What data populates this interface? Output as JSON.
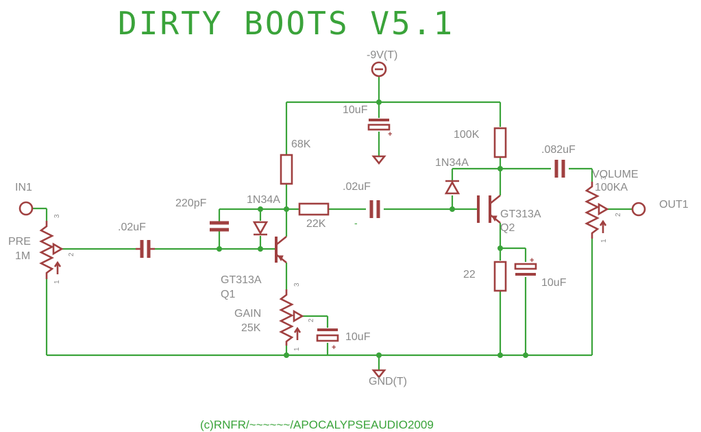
{
  "title": "DIRTY BOOTS V5.1",
  "credit": "(c)RNFR/~~~~~~/APOCALYPSEAUDIO2009",
  "supply": {
    "label": "-9V(T)",
    "ground": "GND(T)"
  },
  "ports": {
    "input": "IN1",
    "output": "OUT1"
  },
  "components": {
    "pre_name": "PRE",
    "pre_value": "1M",
    "c_in": ".02uF",
    "c_220": "220pF",
    "d1": "1N34A",
    "r68k": "68K",
    "c_supply": "10uF",
    "r22k": "22K",
    "c_mid": ".02uF",
    "q1_type": "GT313A",
    "q1_name": "Q1",
    "gain_name": "GAIN",
    "gain_value": "25K",
    "c_gain": "10uF",
    "r100k": "100K",
    "d2": "1N34A",
    "c_082": ".082uF",
    "q2_type": "GT313A",
    "q2_name": "Q2",
    "r22": "22",
    "c_emit": "10uF",
    "vol_name": "VOLUME",
    "vol_value": "100KA"
  },
  "pins": {
    "pre_1": "1",
    "pre_2": "2",
    "pre_3": "3",
    "gain_1": "1",
    "gain_2": "2",
    "gain_3": "3",
    "vol_1": "1",
    "vol_2": "2",
    "vol_3": "3"
  },
  "polarity": {
    "plus": "+",
    "minus": "-"
  },
  "colors": {
    "wire": "#3aa33a",
    "component": "#a04040",
    "label": "#8a8a8a"
  }
}
